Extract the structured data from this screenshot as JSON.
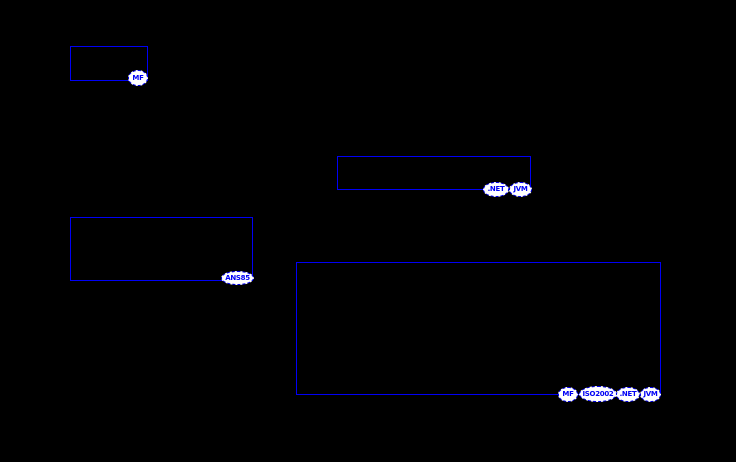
{
  "colors": {
    "background": "#000000",
    "line": "#0000f5",
    "badge_fill": "#ffffff",
    "badge_text": "#0000f5"
  },
  "diagram": {
    "description_of_structure": "four empty blue outlined syntax boxes on black background, each with dialect badges at bottom-right corner",
    "boxes": [
      {
        "badges": [
          {
            "label": "MF"
          }
        ]
      },
      {
        "badges": [
          {
            "label": ".NET"
          },
          {
            "label": "JVM"
          }
        ]
      },
      {
        "badges": [
          {
            "label": "ANS85"
          }
        ]
      },
      {
        "badges": [
          {
            "label": "MF"
          },
          {
            "label": "ISO2002"
          },
          {
            "label": ".NET"
          },
          {
            "label": "JVM"
          }
        ]
      }
    ]
  }
}
